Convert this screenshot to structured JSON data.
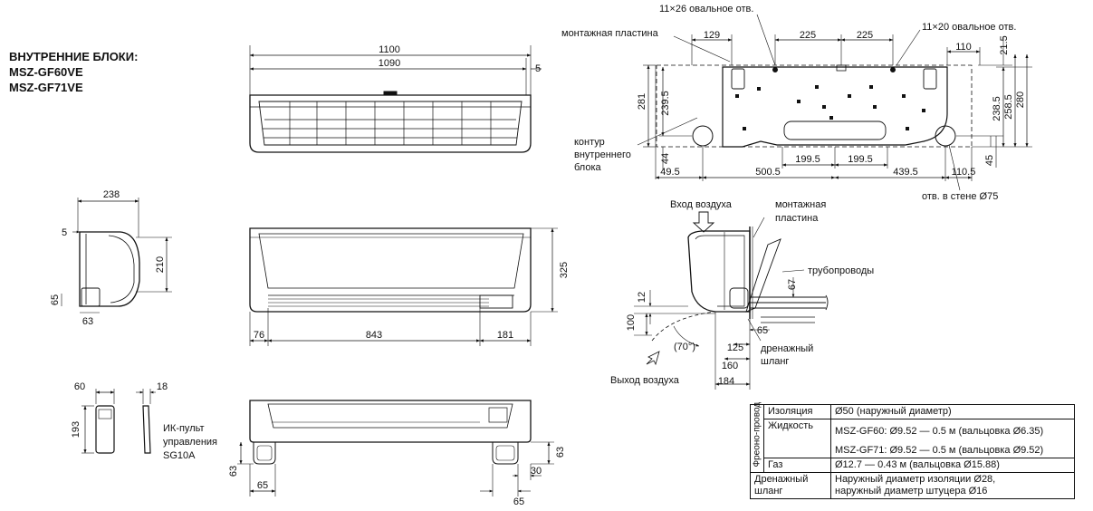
{
  "heading": {
    "line1": "ВНУТРЕННИЕ БЛОКИ:",
    "line2": "MSZ-GF60VE",
    "line3": "MSZ-GF71VE"
  },
  "front_view": {
    "dim_total": "1100",
    "dim_body": "1090",
    "dim_edge": "5"
  },
  "side_view": {
    "dim_depth": "238",
    "dim_top": "5",
    "dim_height": "210",
    "dim_low": "65",
    "dim_bottom": "63"
  },
  "back_view": {
    "dim_height": "325",
    "dim_left": "76",
    "dim_middle": "843",
    "dim_right": "181"
  },
  "remote": {
    "dim_width": "60",
    "dim_thickness": "18",
    "dim_height": "193",
    "label": [
      "ИК-пульт",
      "управления",
      "SG10A"
    ]
  },
  "bottom_view": {
    "dim_63a": "63",
    "dim_63b": "63",
    "dim_65a": "65",
    "dim_65b": "65",
    "dim_30": "30"
  },
  "plate": {
    "label_plate": "монтажная пластина",
    "label_slot_left": "11×26 овальное отв.",
    "label_slot_right": "11×20 овальное отв.",
    "top_dims": [
      "129",
      "225",
      "225",
      "110",
      "21.5"
    ],
    "left_dims": [
      "281",
      "239.5",
      "44"
    ],
    "right_dims": [
      "238.5",
      "258.5",
      "280",
      "45"
    ],
    "bottom_dims": [
      "199.5",
      "199.5",
      "49.5",
      "500.5",
      "439.5",
      "110.5"
    ],
    "contour_label": [
      "контур",
      "внутреннего",
      "блока"
    ],
    "hole_label": "отв. в стене Ø75"
  },
  "install": {
    "air_in": "Вход воздуха",
    "plate_label": [
      "монтажная",
      "пластина"
    ],
    "pipes": "трубопроводы",
    "air_out": "Выход воздуха",
    "drain": [
      "дренажный",
      "шланг"
    ],
    "dims": {
      "d12": "12",
      "d67": "67",
      "d100": "100",
      "d65": "65",
      "angle": "(70°)",
      "d125": "125",
      "d160": "160",
      "d184": "184"
    }
  },
  "spec_table": {
    "group": "Фреоно-провод",
    "rows": [
      {
        "name": "Изоляция",
        "value": "Ø50 (наружный диаметр)"
      },
      {
        "name": "Жидкость",
        "value": "MSZ-GF60: Ø9.52 — 0.5 м  (вальцовка Ø6.35)",
        "value2": "MSZ-GF71: Ø9.52 — 0.5 м  (вальцовка Ø9.52)"
      },
      {
        "name": "Газ",
        "value": "Ø12.7 — 0.43 м (вальцовка Ø15.88)"
      }
    ],
    "drain_name": "Дренажный шланг",
    "drain_value1": "Наружный диаметр изоляции Ø28,",
    "drain_value2": "наружный диаметр штуцера Ø16"
  }
}
